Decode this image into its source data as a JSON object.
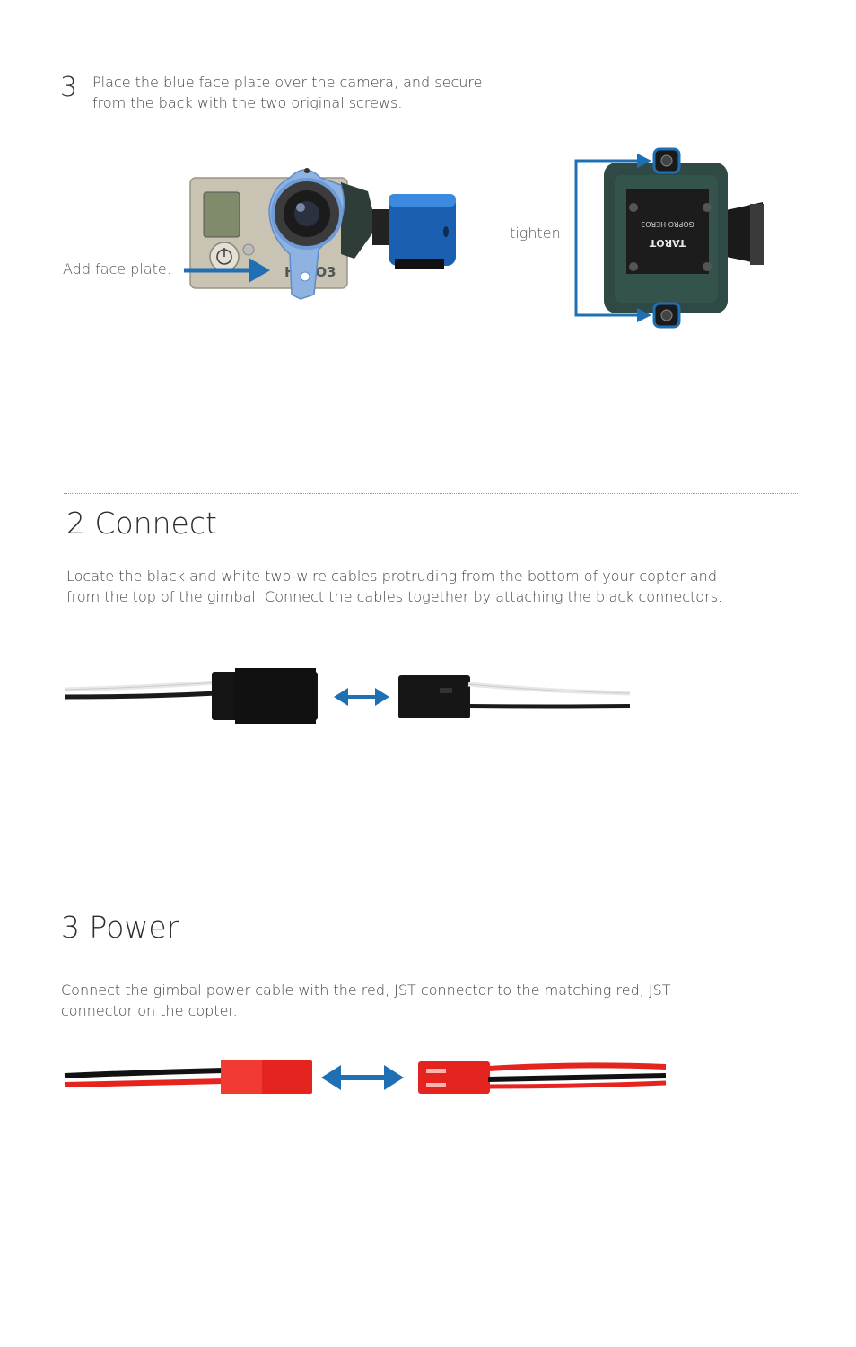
{
  "step3": {
    "number": "3",
    "text": "Place the blue face plate over the camera, and secure from the back with the two original screws.",
    "label_faceplate": "Add face plate.",
    "label_tighten": "tighten",
    "camera_brand": "HERO3",
    "mount_text_1": "GOPRO HERO3",
    "mount_text_2": "TAROT"
  },
  "connect": {
    "title": "2 Connect",
    "text": "Locate the black and white two-wire cables protruding from the bottom of your copter and from the top of the gimbal. Connect the cables together by attaching the black connectors."
  },
  "power": {
    "title": "3 Power",
    "text": "Connect the gimbal power cable with the red, JST connector to the matching red, JST connector on the copter."
  },
  "colors": {
    "accent_blue": "#1f6fb5",
    "connector_red": "#e52420",
    "wire_black": "#1a1a1a",
    "mount_green": "#2f4a45"
  }
}
